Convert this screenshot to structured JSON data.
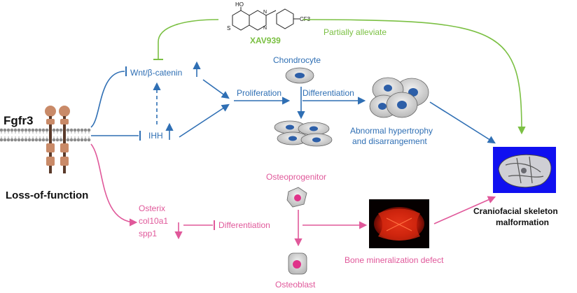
{
  "receptor": {
    "name": "Fgfr3",
    "mutation": "Loss-of-function"
  },
  "compound": {
    "name": "XAV939",
    "structure_labels": {
      "hydroxyl": "HO",
      "sulfur": "S",
      "n_top": "N",
      "n_bottom": "N",
      "trifluoromethyl": "CF3"
    },
    "effect": "Partially alleviate"
  },
  "pathways": {
    "wnt": "Wnt/β-catenin",
    "ihh": "IHH",
    "osteo_genes": [
      "Osterix",
      "col10a1",
      "spp1"
    ]
  },
  "chondrocyte": {
    "label": "Chondrocyte",
    "proliferation": "Proliferation",
    "differentiation": "Differentiation",
    "outcome_line1": "Abnormal hypertrophy",
    "outcome_line2": "and disarrangement"
  },
  "osteo": {
    "progenitor": "Osteoprogenitor",
    "differentiation": "Differentiation",
    "osteoblast": "Osteoblast",
    "outcome": "Bone mineralization defect"
  },
  "result": {
    "line1": "Craniofacial skeleton",
    "line2": "malformation"
  },
  "colors": {
    "blue": "#2f6fb4",
    "pink": "#e0589a",
    "green": "#7bc043",
    "receptor": "#c98a68",
    "receptor_dark": "#5a3a2a"
  }
}
